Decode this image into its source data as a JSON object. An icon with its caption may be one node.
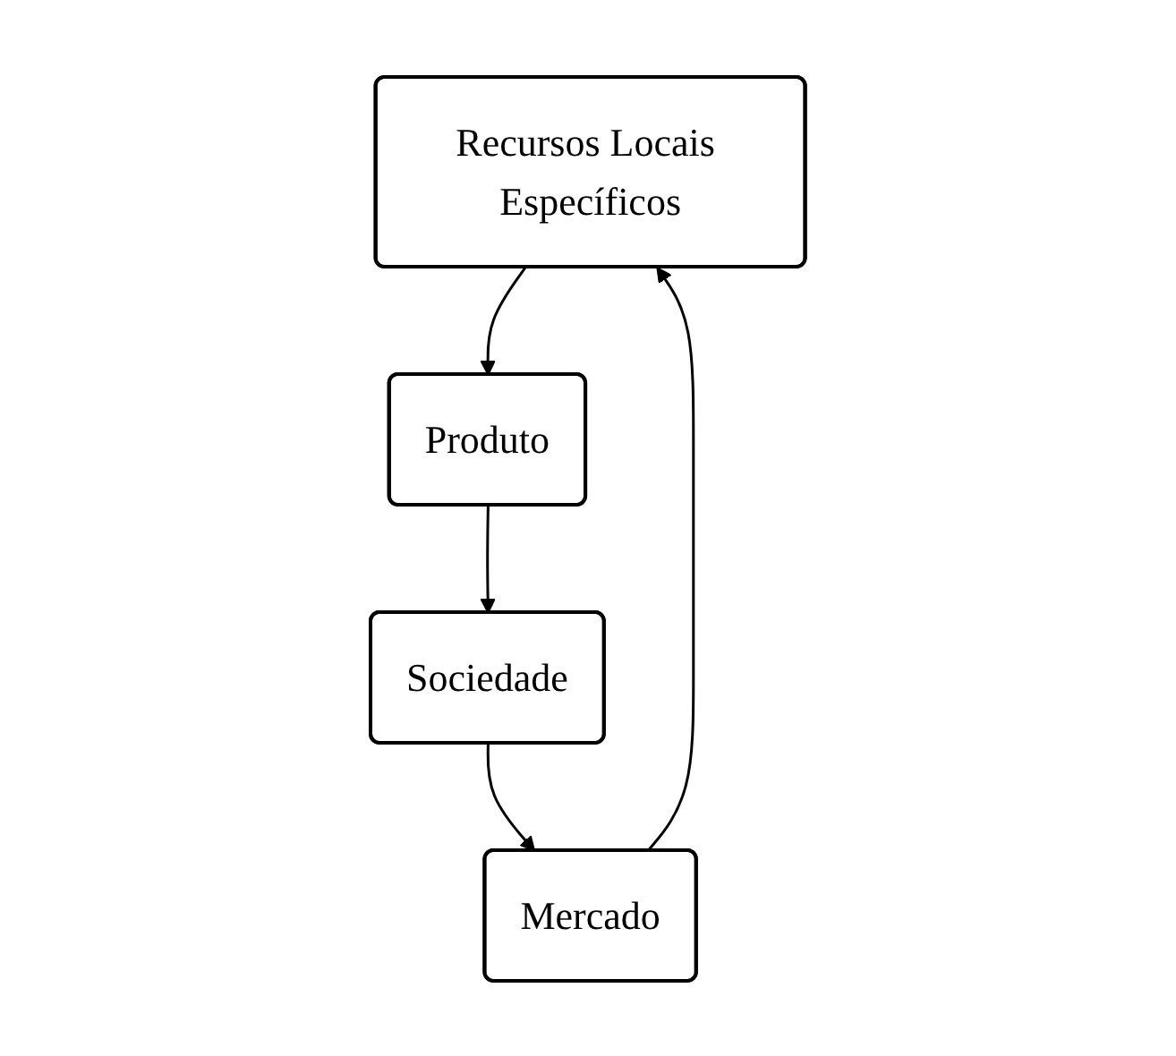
{
  "diagram": {
    "nodes": [
      {
        "text": [
          "Recursos Locais Específicos"
        ]
      },
      {
        "text": [
          "Produto"
        ]
      },
      {
        "text": [
          "Sociedade"
        ]
      },
      {
        "text": [
          "Mercado"
        ]
      }
    ],
    "edges": [
      {
        "from": 0,
        "to": 1,
        "arrow": "to"
      },
      {
        "from": 1,
        "to": 2,
        "arrow": "to"
      },
      {
        "from": 2,
        "to": 3,
        "arrow": "to"
      },
      {
        "from": 3,
        "to": 0,
        "arrow": "to"
      }
    ]
  }
}
